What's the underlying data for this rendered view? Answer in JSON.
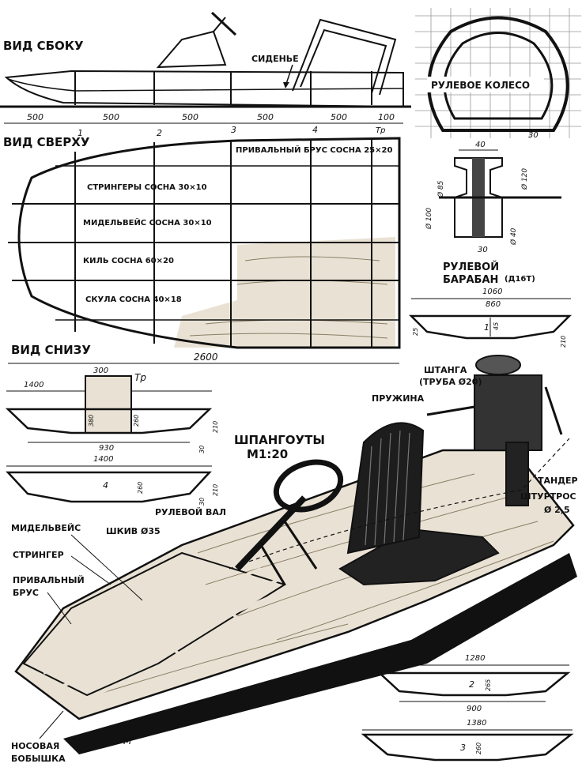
{
  "views": {
    "side": "ВИД СБОКУ",
    "top": "ВИД СВЕРХУ",
    "bottom": "ВИД СНИЗУ"
  },
  "labels": {
    "seat": "СИДЕНЬЕ",
    "steering_wheel": "РУЛЕВОЕ КОЛЕСО",
    "gunwale": "ПРИВАЛЬНЫЙ БРУС СОСНА 25×20",
    "stringers": "СТРИНГЕРЫ СОСНА 30×10",
    "midship": "МИДЕЛЬВЕЙС СОСНА 30×10",
    "keel": "КИЛЬ СОСНА 60×20",
    "chine": "СКУЛА СОСНА 40×18",
    "drum_line1": "РУЛЕВОЙ",
    "drum_line2": "БАРАБАН",
    "drum_material": "(Д16Т)",
    "frames_line1": "ШПАНГОУТЫ",
    "frames_line2": "М1:20",
    "rod_line1": "ШТАНГА",
    "rod_line2": "(ТРУБА Ø20)",
    "spring": "ПРУЖИНА",
    "turnbuckle": "ТАНДЕР",
    "steer_cable_line1": "ШТУРТРОС",
    "steer_cable_line2": "Ø 2,5",
    "steer_shaft": "РУЛЕВОЙ ВАЛ",
    "pulley": "ШКИВ Ø35",
    "midship_iso": "МИДЕЛЬВЕЙС",
    "stringer_iso": "СТРИНГЕР",
    "gunwale_iso_line1": "ПРИВАЛЬНЫЙ",
    "gunwale_iso_line2": "БРУС",
    "bow_line1": "НОСОВАЯ",
    "bow_line2": "БОБЫШКА"
  },
  "dims": {
    "spacing": [
      "500",
      "500",
      "500",
      "500",
      "500",
      "100"
    ],
    "stations": [
      "1",
      "2",
      "3",
      "4",
      "Тр"
    ],
    "overall_length": "2600",
    "wheel_offset": "30",
    "drum_width": "40",
    "drum_d85": "Ø 85",
    "drum_d100": "Ø 100",
    "drum_d120": "Ø 120",
    "drum_d40": "Ø 40",
    "drum_bottom": "30",
    "f1_top": "1060",
    "f1_bottom": "860",
    "f1_index": "1",
    "f1_h": "45",
    "f1_side": "25",
    "f1_right": "210",
    "tr_width": "300",
    "tr_label": "Тр",
    "tr_top": "1400",
    "tr_h1": "380",
    "tr_h2": "260",
    "tr_right": "210",
    "tr_bottom": "930",
    "tr_bot_small": "30",
    "f4_top": "1400",
    "f4_index": "4",
    "f4_h": "260",
    "f4_right": "210",
    "f4_small": "30",
    "f2_top": "1280",
    "f2_index": "2",
    "f2_h": "265",
    "f2_bottom": "900",
    "f3_top": "1380",
    "f3_index": "3",
    "f3_h": "260",
    "corner_mark": "М"
  }
}
